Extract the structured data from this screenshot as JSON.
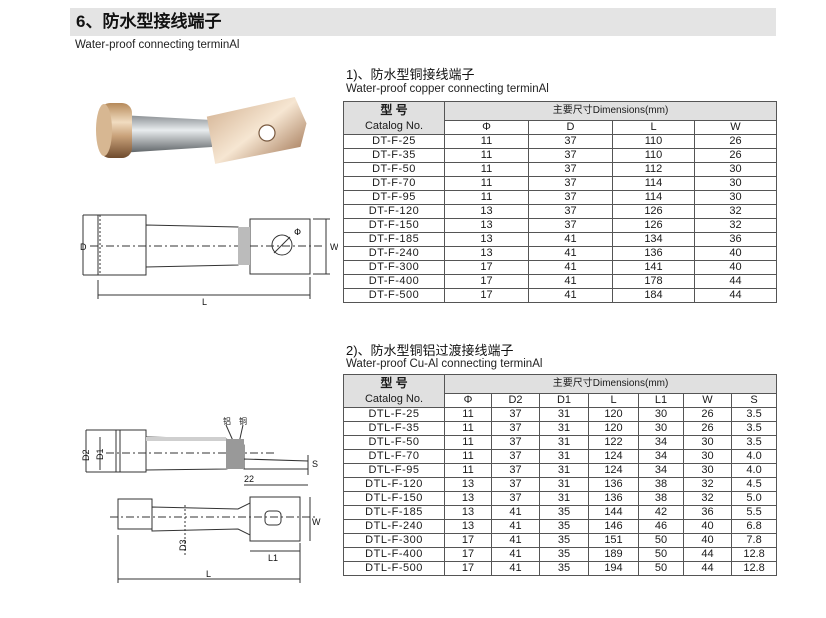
{
  "header": {
    "title": "6、防水型接线端子",
    "subtitle": "Water-proof connecting terminAl"
  },
  "section1": {
    "title": "1)、防水型铜接线端子",
    "subtitle": "Water-proof copper connecting terminAl",
    "catalog_zh": "型 号",
    "catalog_en": "Catalog No.",
    "dimensions_header": "主要尺寸Dimensions(mm)",
    "columns": [
      "Φ",
      "D",
      "L",
      "W"
    ],
    "rows": [
      [
        "DT-F-25",
        "11",
        "37",
        "110",
        "26"
      ],
      [
        "DT-F-35",
        "11",
        "37",
        "110",
        "26"
      ],
      [
        "DT-F-50",
        "11",
        "37",
        "112",
        "30"
      ],
      [
        "DT-F-70",
        "11",
        "37",
        "114",
        "30"
      ],
      [
        "DT-F-95",
        "11",
        "37",
        "114",
        "30"
      ],
      [
        "DT-F-120",
        "13",
        "37",
        "126",
        "32"
      ],
      [
        "DT-F-150",
        "13",
        "37",
        "126",
        "32"
      ],
      [
        "DT-F-185",
        "13",
        "41",
        "134",
        "36"
      ],
      [
        "DT-F-240",
        "13",
        "41",
        "136",
        "40"
      ],
      [
        "DT-F-300",
        "17",
        "41",
        "141",
        "40"
      ],
      [
        "DT-F-400",
        "17",
        "41",
        "178",
        "44"
      ],
      [
        "DT-F-500",
        "17",
        "41",
        "184",
        "44"
      ]
    ],
    "drawing_labels": {
      "d": "D",
      "l": "L",
      "phi": "Φ",
      "w": "W"
    }
  },
  "section2": {
    "title": "2)、防水型铜铝过渡接线端子",
    "subtitle": "Water-proof Cu-Al connecting terminAl",
    "catalog_zh": "型 号",
    "catalog_en": "Catalog No.",
    "dimensions_header": "主要尺寸Dimensions(mm)",
    "columns": [
      "Φ",
      "D2",
      "D1",
      "L",
      "L1",
      "W",
      "S"
    ],
    "rows": [
      [
        "DTL-F-25",
        "11",
        "37",
        "31",
        "120",
        "30",
        "26",
        "3.5"
      ],
      [
        "DTL-F-35",
        "11",
        "37",
        "31",
        "120",
        "30",
        "26",
        "3.5"
      ],
      [
        "DTL-F-50",
        "11",
        "37",
        "31",
        "122",
        "34",
        "30",
        "3.5"
      ],
      [
        "DTL-F-70",
        "11",
        "37",
        "31",
        "124",
        "34",
        "30",
        "4.0"
      ],
      [
        "DTL-F-95",
        "11",
        "37",
        "31",
        "124",
        "34",
        "30",
        "4.0"
      ],
      [
        "DTL-F-120",
        "13",
        "37",
        "31",
        "136",
        "38",
        "32",
        "4.5"
      ],
      [
        "DTL-F-150",
        "13",
        "37",
        "31",
        "136",
        "38",
        "32",
        "5.0"
      ],
      [
        "DTL-F-185",
        "13",
        "41",
        "35",
        "144",
        "42",
        "36",
        "5.5"
      ],
      [
        "DTL-F-240",
        "13",
        "41",
        "35",
        "146",
        "46",
        "40",
        "6.8"
      ],
      [
        "DTL-F-300",
        "17",
        "41",
        "35",
        "151",
        "50",
        "40",
        "7.8"
      ],
      [
        "DTL-F-400",
        "17",
        "41",
        "35",
        "189",
        "50",
        "44",
        "12.8"
      ],
      [
        "DTL-F-500",
        "17",
        "41",
        "35",
        "194",
        "50",
        "44",
        "12.8"
      ]
    ],
    "drawing_labels": {
      "al": "铝",
      "cu": "铜",
      "d2": "D2",
      "d1": "D1",
      "s": "S",
      "dim22": "22",
      "d3": "D3",
      "w": "W",
      "l1": "L1",
      "l": "L"
    }
  }
}
